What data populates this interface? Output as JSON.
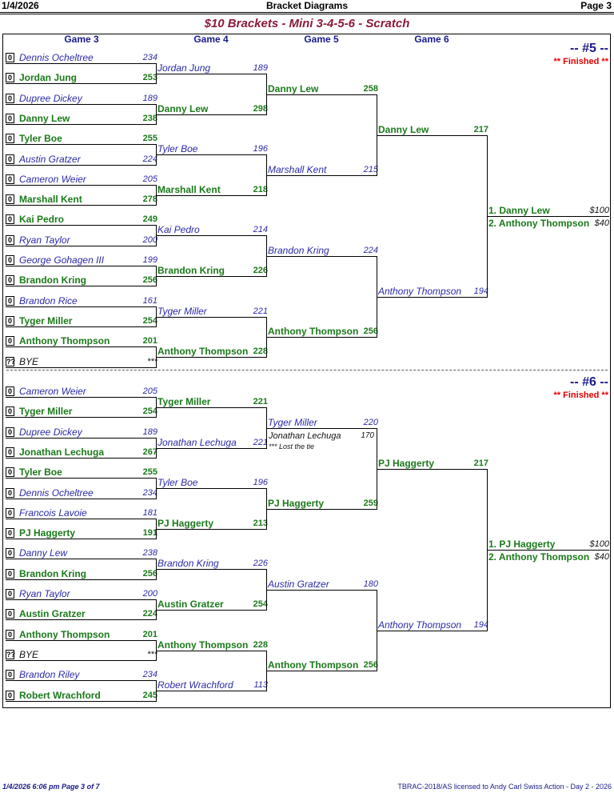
{
  "header": {
    "date": "1/4/2026",
    "title": "Bracket Diagrams",
    "page": "Page 3"
  },
  "main_title": "$10 Brackets - Mini 3-4-5-6 - Scratch",
  "columns": [
    "Game 3",
    "Game 4",
    "Game 5",
    "Game 6"
  ],
  "brackets": [
    {
      "label": "-- #5 --",
      "status": "** Finished **",
      "game3": [
        {
          "seed": "0",
          "name": "Dennis Ocheltree",
          "score": "234",
          "win": false
        },
        {
          "seed": "0",
          "name": "Jordan Jung",
          "score": "253",
          "win": true
        },
        {
          "seed": "0",
          "name": "Dupree Dickey",
          "score": "189",
          "win": false
        },
        {
          "seed": "0",
          "name": "Danny Lew",
          "score": "238",
          "win": true
        },
        {
          "seed": "0",
          "name": "Tyler Boe",
          "score": "255",
          "win": true
        },
        {
          "seed": "0",
          "name": "Austin Gratzer",
          "score": "224",
          "win": false
        },
        {
          "seed": "0",
          "name": "Cameron Weier",
          "score": "205",
          "win": false
        },
        {
          "seed": "0",
          "name": "Marshall Kent",
          "score": "278",
          "win": true
        },
        {
          "seed": "0",
          "name": "Kai Pedro",
          "score": "249",
          "win": true
        },
        {
          "seed": "0",
          "name": "Ryan Taylor",
          "score": "200",
          "win": false
        },
        {
          "seed": "0",
          "name": "George Gohagen III",
          "score": "199",
          "win": false
        },
        {
          "seed": "0",
          "name": "Brandon Kring",
          "score": "256",
          "win": true
        },
        {
          "seed": "0",
          "name": "Brandon Rice",
          "score": "161",
          "win": false
        },
        {
          "seed": "0",
          "name": "Tyger Miller",
          "score": "254",
          "win": true
        },
        {
          "seed": "0",
          "name": "Anthony Thompson",
          "score": "201",
          "win": true
        },
        {
          "seed": "??",
          "name": "BYE",
          "score": "***",
          "win": false,
          "bye": true
        }
      ],
      "game4": [
        {
          "name": "Jordan Jung",
          "score": "189",
          "win": false
        },
        {
          "name": "Danny Lew",
          "score": "298",
          "win": true
        },
        {
          "name": "Tyler Boe",
          "score": "196",
          "win": false
        },
        {
          "name": "Marshall Kent",
          "score": "218",
          "win": true
        },
        {
          "name": "Kai Pedro",
          "score": "214",
          "win": false
        },
        {
          "name": "Brandon Kring",
          "score": "226",
          "win": true
        },
        {
          "name": "Tyger Miller",
          "score": "221",
          "win": false
        },
        {
          "name": "Anthony Thompson",
          "score": "228",
          "win": true
        }
      ],
      "game5": [
        {
          "name": "Danny Lew",
          "score": "258",
          "win": true
        },
        {
          "name": "Marshall Kent",
          "score": "215",
          "win": false
        },
        {
          "name": "Brandon Kring",
          "score": "224",
          "win": false
        },
        {
          "name": "Anthony Thompson",
          "score": "256",
          "win": true
        }
      ],
      "game6": [
        {
          "name": "Danny Lew",
          "score": "217",
          "win": true
        },
        {
          "name": "Anthony Thompson",
          "score": "194",
          "win": false
        }
      ],
      "results": [
        {
          "text": "1. Danny Lew",
          "prize": "$100"
        },
        {
          "text": "2. Anthony Thompson",
          "prize": "$40"
        }
      ]
    },
    {
      "label": "-- #6 --",
      "status": "** Finished **",
      "game3": [
        {
          "seed": "0",
          "name": "Cameron Weier",
          "score": "205",
          "win": false
        },
        {
          "seed": "0",
          "name": "Tyger Miller",
          "score": "254",
          "win": true
        },
        {
          "seed": "0",
          "name": "Dupree Dickey",
          "score": "189",
          "win": false
        },
        {
          "seed": "0",
          "name": "Jonathan Lechuga",
          "score": "267",
          "win": true
        },
        {
          "seed": "0",
          "name": "Tyler Boe",
          "score": "255",
          "win": true
        },
        {
          "seed": "0",
          "name": "Dennis Ocheltree",
          "score": "234",
          "win": false
        },
        {
          "seed": "0",
          "name": "Francois Lavoie",
          "score": "181",
          "win": false
        },
        {
          "seed": "0",
          "name": "PJ Haggerty",
          "score": "191",
          "win": true
        },
        {
          "seed": "0",
          "name": "Danny Lew",
          "score": "238",
          "win": false
        },
        {
          "seed": "0",
          "name": "Brandon Kring",
          "score": "256",
          "win": true
        },
        {
          "seed": "0",
          "name": "Ryan Taylor",
          "score": "200",
          "win": false
        },
        {
          "seed": "0",
          "name": "Austin Gratzer",
          "score": "224",
          "win": true
        },
        {
          "seed": "0",
          "name": "Anthony Thompson",
          "score": "201",
          "win": true
        },
        {
          "seed": "??",
          "name": "BYE",
          "score": "***",
          "win": false,
          "bye": true
        },
        {
          "seed": "0",
          "name": "Brandon Riley",
          "score": "234",
          "win": false
        },
        {
          "seed": "0",
          "name": "Robert Wrachford",
          "score": "245",
          "win": true
        }
      ],
      "game4": [
        {
          "name": "Tyger Miller",
          "score": "221",
          "win": true
        },
        {
          "name": "Jonathan Lechuga",
          "score": "221",
          "win": false
        },
        {
          "name": "Tyler Boe",
          "score": "196",
          "win": false
        },
        {
          "name": "PJ Haggerty",
          "score": "213",
          "win": true
        },
        {
          "name": "Brandon Kring",
          "score": "226",
          "win": false
        },
        {
          "name": "Austin Gratzer",
          "score": "254",
          "win": true
        },
        {
          "name": "Anthony Thompson",
          "score": "228",
          "win": true
        },
        {
          "name": "Robert Wrachford",
          "score": "113",
          "win": false
        }
      ],
      "game5": [
        {
          "name": "Tyger Miller",
          "score": "220",
          "win": false
        },
        {
          "name": "PJ Haggerty",
          "score": "259",
          "win": true
        },
        {
          "name": "Austin Gratzer",
          "score": "180",
          "win": false
        },
        {
          "name": "Anthony Thompson",
          "score": "256",
          "win": true
        }
      ],
      "game6": [
        {
          "name": "PJ Haggerty",
          "score": "217",
          "win": true
        },
        {
          "name": "Anthony Thompson",
          "score": "194",
          "win": false
        }
      ],
      "tie_note": {
        "name": "Jonathan Lechuga",
        "score": "170",
        "note": "*** Lost the tie"
      },
      "results": [
        {
          "text": "1. PJ Haggerty",
          "prize": "$100"
        },
        {
          "text": "2. Anthony Thompson",
          "prize": "$40"
        }
      ]
    }
  ],
  "footer": {
    "left": "1/4/2026  6:06 pm  Page 3 of 7",
    "right": "TBRAC-2018/AS licensed to Andy Carl  Swiss Action - Day 2 - 2026"
  }
}
